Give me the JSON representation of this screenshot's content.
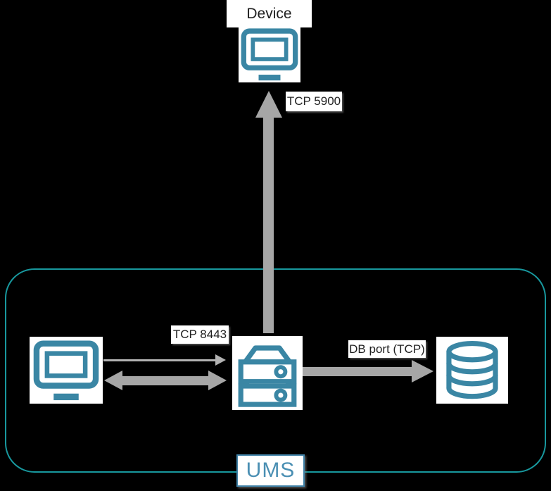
{
  "title": "UMS network ports diagram",
  "colors": {
    "background": "#000000",
    "icon_teal": "#3a86a4",
    "group_border_teal": "#18989e",
    "arrow_gray": "#a6a6a6",
    "thin_arrow_gray": "#b2b2b2",
    "label_text": "#1f1f1f",
    "ums_label_teal": "#4a8fb3",
    "node_background": "#ffffff"
  },
  "nodes": {
    "device": {
      "label": "Device",
      "icon": "monitor-icon"
    },
    "console": {
      "icon": "monitor-icon"
    },
    "ums_server": {
      "icon": "server-icon"
    },
    "database": {
      "icon": "database-icon"
    }
  },
  "group": {
    "label": "UMS"
  },
  "edges": [
    {
      "id": "server-to-device",
      "label": "TCP 5900",
      "direction": "up",
      "style": "thick"
    },
    {
      "id": "console-to-server",
      "label": "TCP 8443",
      "direction": "right",
      "style": "thin"
    },
    {
      "id": "console-server-sync",
      "label": "",
      "direction": "both",
      "style": "thick"
    },
    {
      "id": "server-to-database",
      "label": "DB port (TCP)",
      "direction": "right",
      "style": "thick"
    }
  ]
}
